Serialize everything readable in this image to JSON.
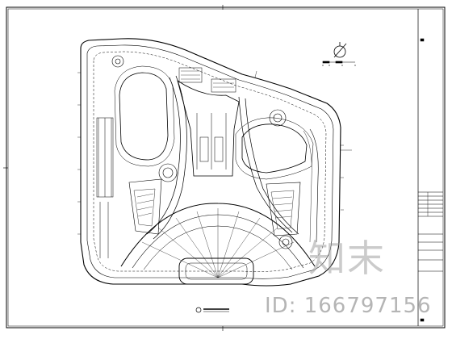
{
  "drawing": {
    "type": "architectural floor plan",
    "line_color": "#000000",
    "background": "#ffffff",
    "north_arrow_icon": "north-arrow-icon",
    "scale_bar_icon": "scale-bar-icon"
  },
  "watermark": {
    "logo_text": "知末",
    "id_text": "ID: 166797156",
    "color": "#a0a0a0"
  }
}
